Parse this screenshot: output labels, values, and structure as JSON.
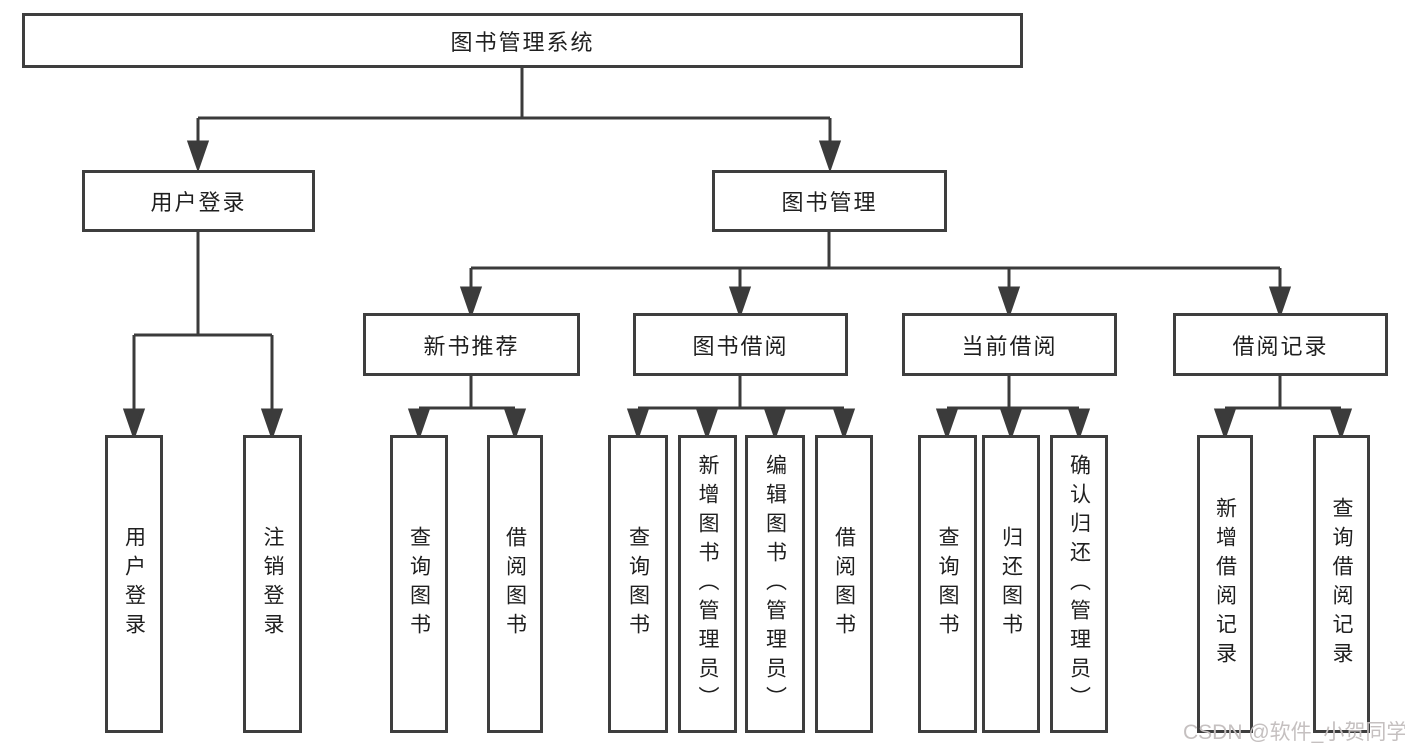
{
  "colors": {
    "background": "#ffffff",
    "line": "#3b3b3b",
    "box_border": "#3e3e3e",
    "text": "#1f1f1f",
    "watermark": "#c5c0c0"
  },
  "tree": {
    "root": {
      "label": "图书管理系统"
    },
    "level2": [
      {
        "id": "user-login",
        "label": "用户登录"
      },
      {
        "id": "book-management",
        "label": "图书管理"
      }
    ],
    "level3": [
      {
        "id": "new-book-recommend",
        "label": "新书推荐",
        "parent": "图书管理"
      },
      {
        "id": "book-borrowing",
        "label": "图书借阅",
        "parent": "图书管理"
      },
      {
        "id": "current-borrowing",
        "label": "当前借阅",
        "parent": "图书管理"
      },
      {
        "id": "borrowing-records",
        "label": "借阅记录",
        "parent": "图书管理"
      }
    ],
    "leaves": [
      {
        "label": "用户登录",
        "parent": "用户登录"
      },
      {
        "label": "注销登录",
        "parent": "用户登录"
      },
      {
        "label": "查询图书",
        "parent": "新书推荐"
      },
      {
        "label": "借阅图书",
        "parent": "新书推荐"
      },
      {
        "label": "查询图书",
        "parent": "图书借阅"
      },
      {
        "label": "新增图书（管理员）",
        "parent": "图书借阅"
      },
      {
        "label": "编辑图书（管理员）",
        "parent": "图书借阅"
      },
      {
        "label": "借阅图书",
        "parent": "图书借阅"
      },
      {
        "label": "查询图书",
        "parent": "当前借阅"
      },
      {
        "label": "归还图书",
        "parent": "当前借阅"
      },
      {
        "label": "确认归还（管理员）",
        "parent": "当前借阅"
      },
      {
        "label": "新增借阅记录",
        "parent": "借阅记录"
      },
      {
        "label": "查询借阅记录",
        "parent": "借阅记录"
      }
    ]
  },
  "watermark": {
    "text": "CSDN @软件_小贺同学"
  }
}
